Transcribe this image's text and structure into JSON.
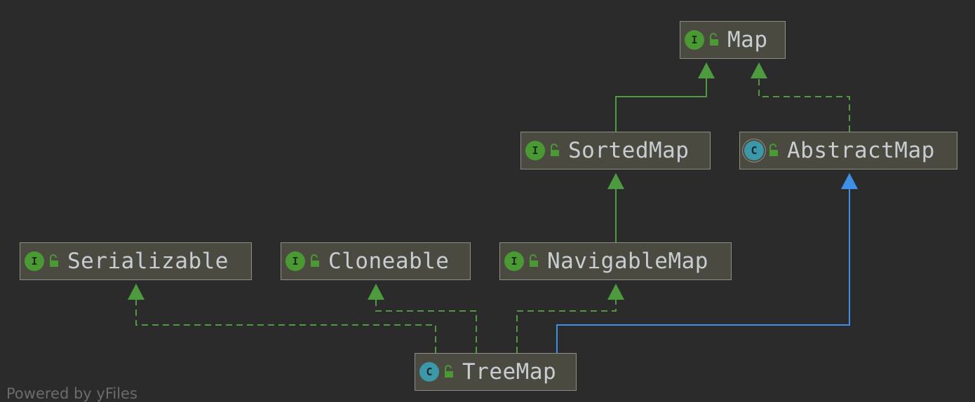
{
  "diagram": {
    "nodes": [
      {
        "id": "map",
        "label": "Map",
        "kind": "interface",
        "badge": "I"
      },
      {
        "id": "sortedmap",
        "label": "SortedMap",
        "kind": "interface",
        "badge": "I"
      },
      {
        "id": "abstractmap",
        "label": "AbstractMap",
        "kind": "abstract-class",
        "badge": "C"
      },
      {
        "id": "serializable",
        "label": "Serializable",
        "kind": "interface",
        "badge": "I"
      },
      {
        "id": "cloneable",
        "label": "Cloneable",
        "kind": "interface",
        "badge": "I"
      },
      {
        "id": "navigablemap",
        "label": "NavigableMap",
        "kind": "interface",
        "badge": "I"
      },
      {
        "id": "treemap",
        "label": "TreeMap",
        "kind": "class",
        "badge": "C"
      }
    ],
    "edges": [
      {
        "from": "sortedmap",
        "to": "map",
        "relation": "extends",
        "style": "solid",
        "color": "#4d9a3f"
      },
      {
        "from": "abstractmap",
        "to": "map",
        "relation": "implements",
        "style": "dashed",
        "color": "#4d9a3f"
      },
      {
        "from": "navigablemap",
        "to": "sortedmap",
        "relation": "extends",
        "style": "solid",
        "color": "#4d9a3f"
      },
      {
        "from": "treemap",
        "to": "serializable",
        "relation": "implements",
        "style": "dashed",
        "color": "#4d9a3f"
      },
      {
        "from": "treemap",
        "to": "cloneable",
        "relation": "implements",
        "style": "dashed",
        "color": "#4d9a3f"
      },
      {
        "from": "treemap",
        "to": "navigablemap",
        "relation": "implements",
        "style": "dashed",
        "color": "#4d9a3f"
      },
      {
        "from": "treemap",
        "to": "abstractmap",
        "relation": "extends",
        "style": "solid",
        "color": "#3d8fe8"
      }
    ],
    "icons": {
      "interface": "interface-icon",
      "class": "class-icon",
      "abstract-class": "abstract-class-icon",
      "access": "public-lock-icon"
    },
    "colors": {
      "background": "#2b2b2b",
      "node_fill": "#4a4a40",
      "node_border": "#8e8e86",
      "text": "#c8cdd2",
      "interface_badge": "#4a9a34",
      "class_badge": "#3a98a8",
      "implements_edge": "#4d9a3f",
      "extends_class_edge": "#3d8fe8"
    }
  },
  "footer": {
    "text": "Powered by yFiles"
  }
}
